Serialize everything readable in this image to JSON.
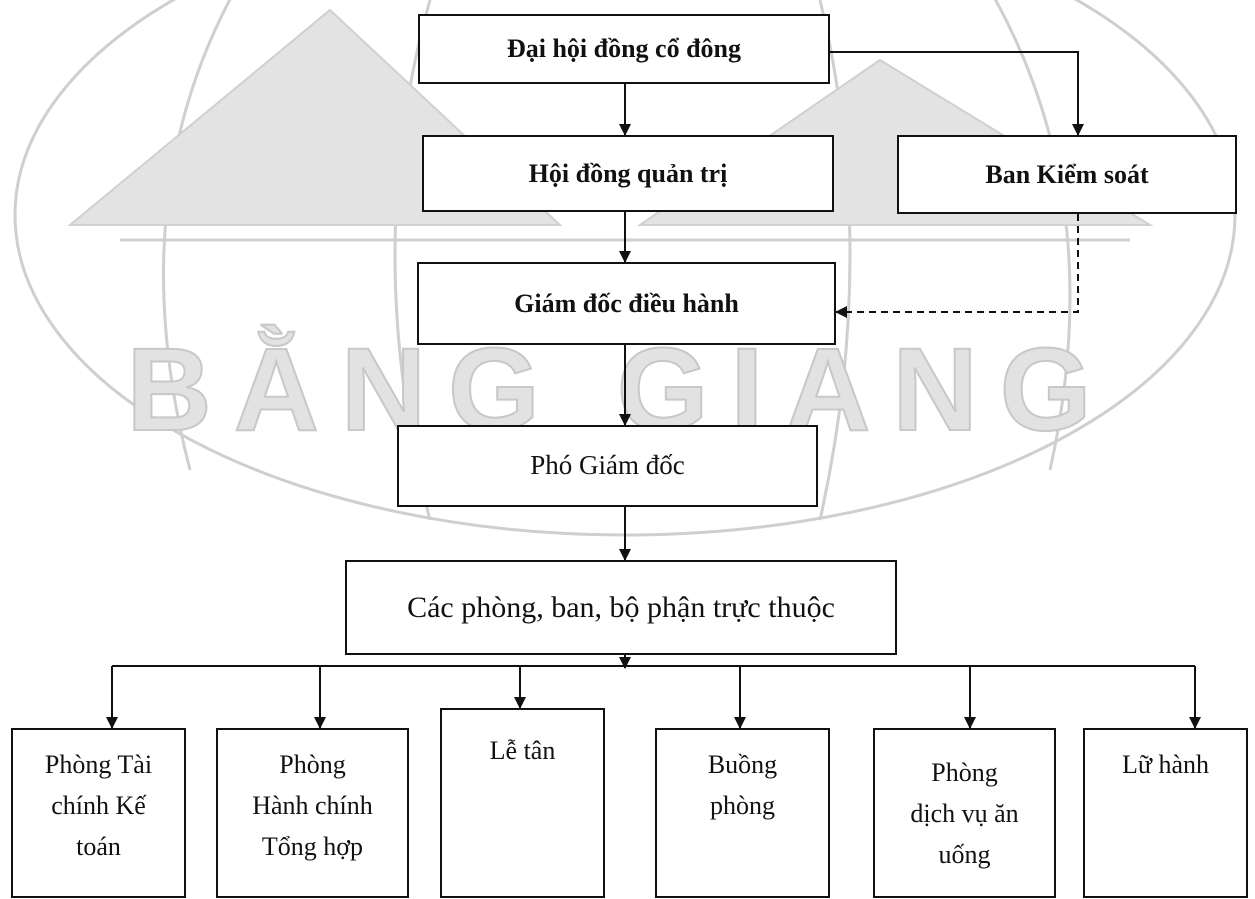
{
  "watermark": {
    "logo_text": "BẰNG GIANG",
    "color": "#d9d9d9"
  },
  "chart": {
    "top": {
      "shareholders": "Đại hội đồng cổ đông",
      "board": "Hội đồng quản trị",
      "supervisory": "Ban Kiểm soát",
      "director": "Giám đốc điều hành",
      "deputy": "Phó Giám đốc",
      "units": "Các phòng, ban, bộ phận trực thuộc"
    },
    "departments": [
      {
        "lines": [
          "Phòng Tài",
          "chính Kế",
          "toán"
        ]
      },
      {
        "lines": [
          "Phòng",
          "Hành chính",
          "Tổng hợp"
        ]
      },
      {
        "lines": [
          "Lễ tân"
        ]
      },
      {
        "lines": [
          "Buồng",
          "phòng"
        ]
      },
      {
        "lines": [
          "Phòng",
          "dịch vụ ăn",
          "uống"
        ]
      },
      {
        "lines": [
          "Lữ hành"
        ]
      }
    ]
  },
  "colors": {
    "line": "#111111",
    "background": "#ffffff"
  }
}
